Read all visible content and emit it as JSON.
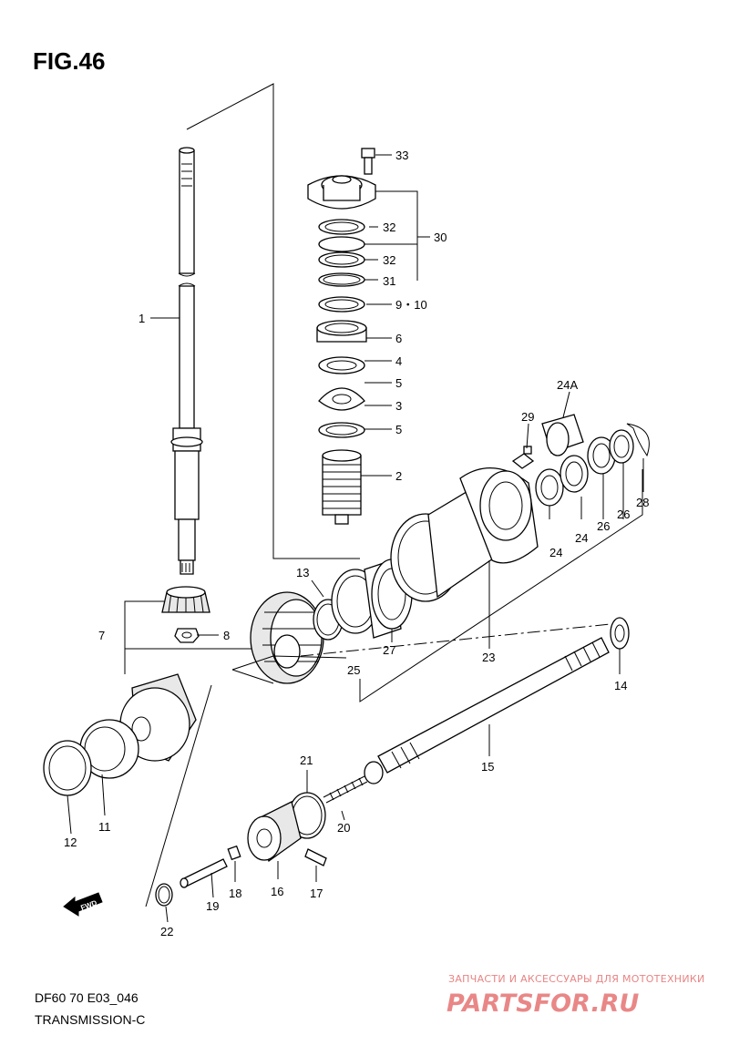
{
  "title": "FIG.46",
  "footer": {
    "code": "DF60 70 E03_046",
    "name": "TRANSMISSION-C"
  },
  "watermark": {
    "tagline": "ЗАПЧАСТИ И АКСЕССУАРЫ ДЛЯ МОТОТЕХНИКИ",
    "brand": "PARTSFOR.RU"
  },
  "arrow_label": "FWD",
  "callouts": {
    "c1": "1",
    "c2": "2",
    "c3": "3",
    "c4": "4",
    "c5a": "5",
    "c5b": "5",
    "c6": "6",
    "c7": "7",
    "c8": "8",
    "c9_10": "9・10",
    "c11": "11",
    "c12": "12",
    "c13": "13",
    "c14": "14",
    "c15": "15",
    "c16": "16",
    "c17": "17",
    "c18": "18",
    "c19": "19",
    "c20": "20",
    "c21": "21",
    "c22": "22",
    "c23": "23",
    "c24a": "24",
    "c24b": "24",
    "c24A": "24A",
    "c25": "25",
    "c26a": "26",
    "c26b": "26",
    "c27": "27",
    "c28": "28",
    "c29": "29",
    "c30": "30",
    "c31": "31",
    "c32a": "32",
    "c32b": "32",
    "c33": "33"
  }
}
